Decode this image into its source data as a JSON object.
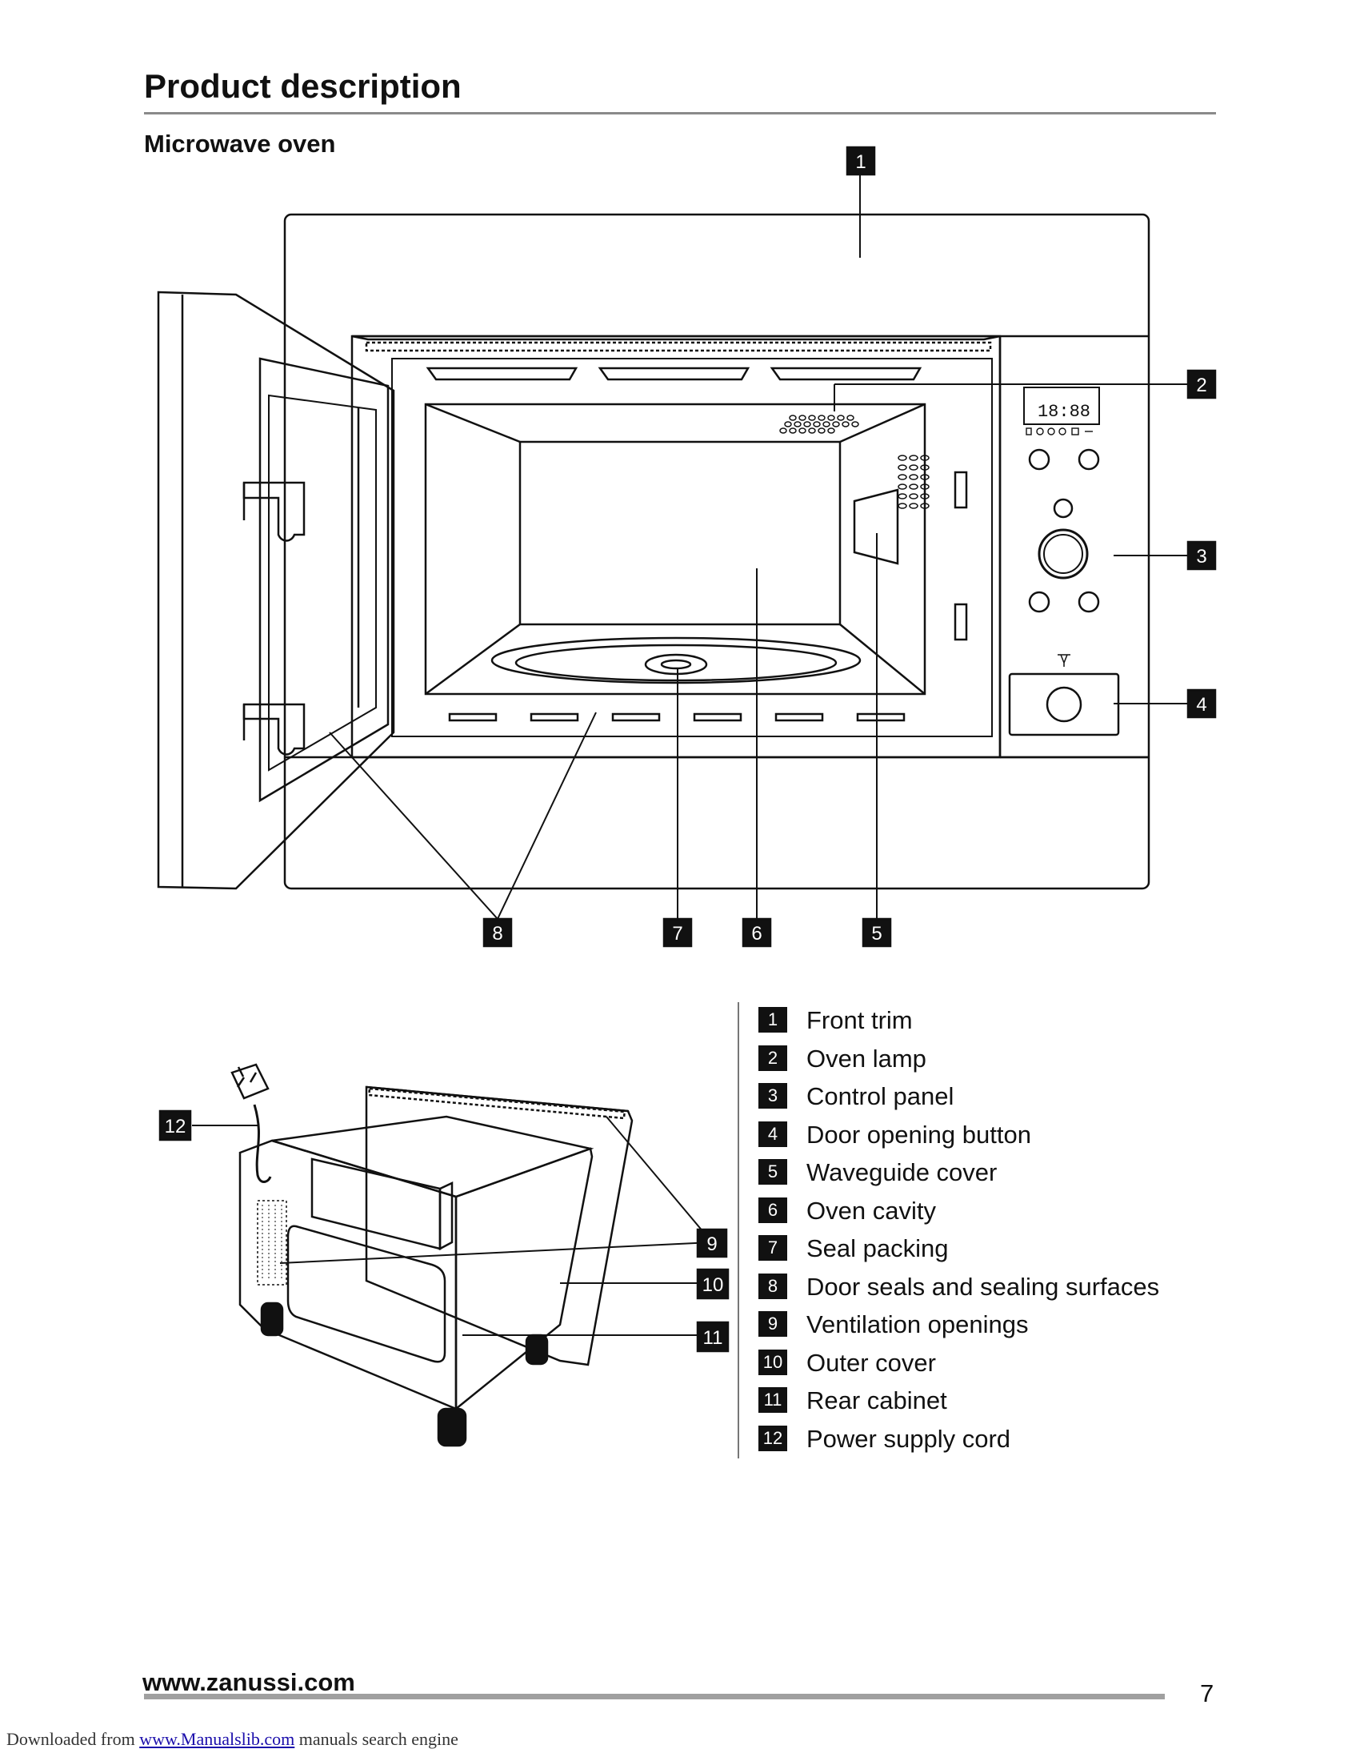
{
  "page": {
    "title": "Product description",
    "section_title": "Microwave oven",
    "page_number": "7",
    "footer_url": "www.zanussi.com",
    "download_note": {
      "prefix": "Downloaded from ",
      "link_text": "www.Manualslib.com",
      "suffix": " manuals search engine"
    }
  },
  "callouts": {
    "c1": "1",
    "c2": "2",
    "c3": "3",
    "c4": "4",
    "c5": "5",
    "c6": "6",
    "c7": "7",
    "c8": "8",
    "c9": "9",
    "c10": "10",
    "c11": "11",
    "c12": "12"
  },
  "display": {
    "digits": "18:88"
  },
  "legend": [
    {
      "num": "1",
      "label": "Front trim"
    },
    {
      "num": "2",
      "label": "Oven lamp"
    },
    {
      "num": "3",
      "label": "Control panel"
    },
    {
      "num": "4",
      "label": "Door opening button"
    },
    {
      "num": "5",
      "label": "Waveguide cover"
    },
    {
      "num": "6",
      "label": "Oven cavity"
    },
    {
      "num": "7",
      "label": "Seal packing"
    },
    {
      "num": "8",
      "label": "Door seals and sealing surfaces"
    },
    {
      "num": "9",
      "label": "Ventilation openings"
    },
    {
      "num": "10",
      "label": "Outer cover"
    },
    {
      "num": "11",
      "label": "Rear cabinet"
    },
    {
      "num": "12",
      "label": "Power supply cord"
    }
  ]
}
